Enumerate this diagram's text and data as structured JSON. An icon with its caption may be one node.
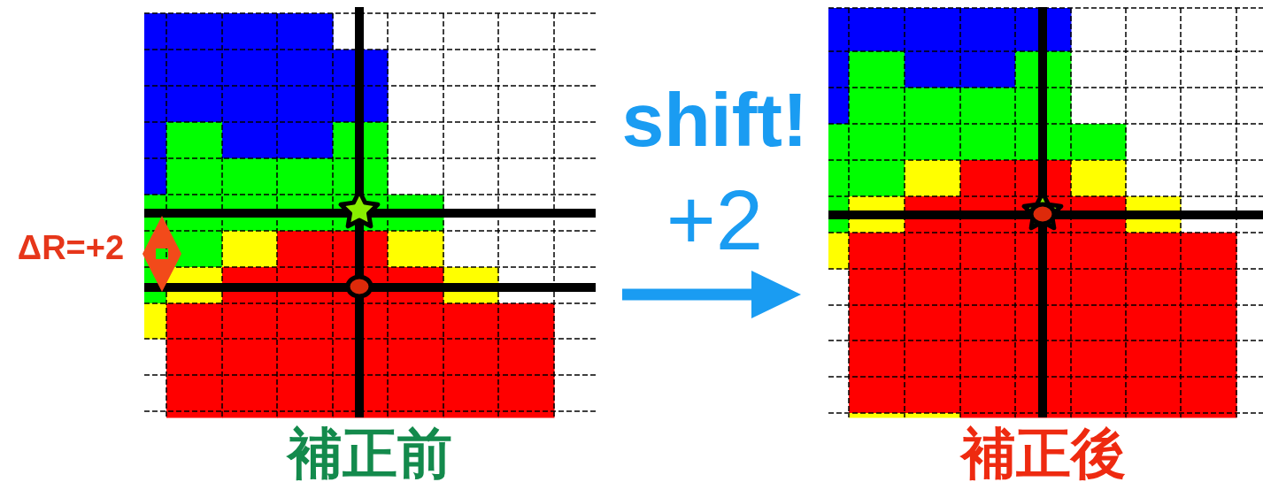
{
  "diagram": {
    "nodes": [
      {
        "text": [
          "補正前"
        ]
      },
      {
        "text": [
          "補正後"
        ]
      }
    ],
    "edges": [
      {
        "from": 0,
        "to": 1,
        "arrow": "to"
      }
    ],
    "labels": [
      "ΔR=+2",
      "shift!",
      "+2"
    ]
  }
}
